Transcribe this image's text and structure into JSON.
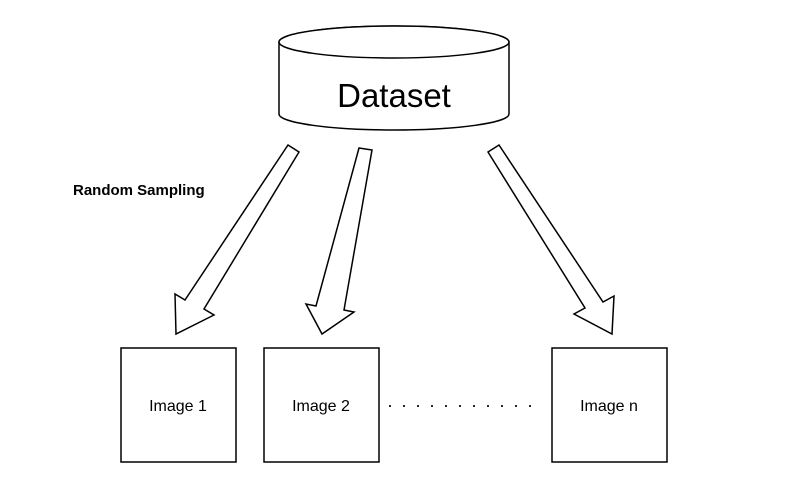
{
  "dataset": {
    "label": "Dataset"
  },
  "sampling": {
    "label": "Random Sampling"
  },
  "images": [
    {
      "label": "Image 1"
    },
    {
      "label": "Image 2"
    },
    {
      "label": "Image n"
    }
  ],
  "ellipsis": {
    "label": ". . . . . . . . . . ."
  },
  "colors": {
    "stroke": "#000000",
    "fill": "#ffffff"
  }
}
